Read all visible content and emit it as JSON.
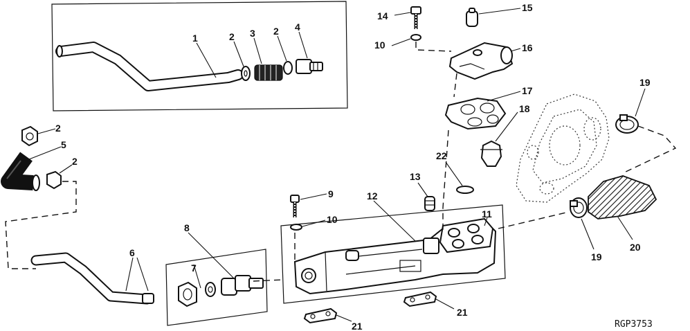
{
  "figure_id": "RGP3753",
  "callouts": [
    {
      "id": "c1",
      "label": "1"
    },
    {
      "id": "c2a",
      "label": "2"
    },
    {
      "id": "c3",
      "label": "3"
    },
    {
      "id": "c2b",
      "label": "2"
    },
    {
      "id": "c4",
      "label": "4"
    },
    {
      "id": "c2c",
      "label": "2"
    },
    {
      "id": "c5",
      "label": "5"
    },
    {
      "id": "c2d",
      "label": "2"
    },
    {
      "id": "c6",
      "label": "6"
    },
    {
      "id": "c7",
      "label": "7"
    },
    {
      "id": "c8",
      "label": "8"
    },
    {
      "id": "c9",
      "label": "9"
    },
    {
      "id": "c10a",
      "label": "10"
    },
    {
      "id": "c10b",
      "label": "10"
    },
    {
      "id": "c11",
      "label": "11"
    },
    {
      "id": "c12",
      "label": "12"
    },
    {
      "id": "c13",
      "label": "13"
    },
    {
      "id": "c14",
      "label": "14"
    },
    {
      "id": "c15",
      "label": "15"
    },
    {
      "id": "c16",
      "label": "16"
    },
    {
      "id": "c17",
      "label": "17"
    },
    {
      "id": "c18",
      "label": "18"
    },
    {
      "id": "c19a",
      "label": "19"
    },
    {
      "id": "c19b",
      "label": "19"
    },
    {
      "id": "c20",
      "label": "20"
    },
    {
      "id": "c21a",
      "label": "21"
    },
    {
      "id": "c21b",
      "label": "21"
    },
    {
      "id": "c22",
      "label": "22"
    }
  ]
}
